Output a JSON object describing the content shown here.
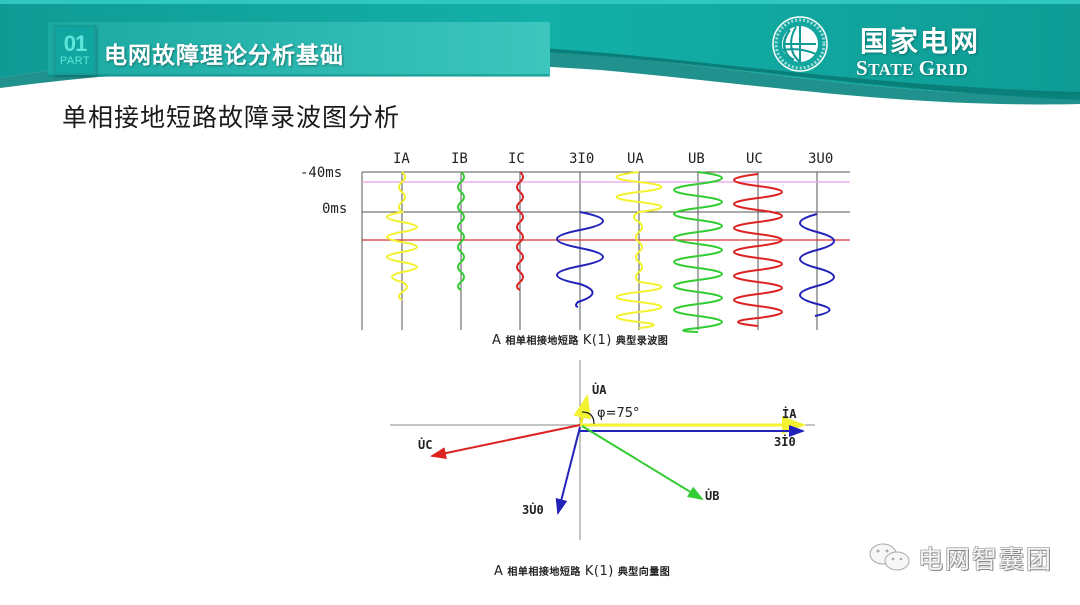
{
  "header": {
    "part_number": "01",
    "part_label": "PART",
    "section_title": "电网故障理论分析基础",
    "logo": {
      "name_cn": "国家电网",
      "name_en_first_cap": "S",
      "name_en_first_rest": "TATE ",
      "name_en_second_cap": "G",
      "name_en_second_rest": "RID",
      "emblem_ring_text": "STATE GRID CORPORATION OF CHINA"
    },
    "colors": {
      "teal_dark": "#0a8f89",
      "teal": "#15b2aa",
      "teal_light": "#39c4bb"
    }
  },
  "slide": {
    "title": "单相接地短路故障录波图分析"
  },
  "waveform_figure": {
    "time_labels": [
      "-40ms",
      "0ms"
    ],
    "channels": [
      {
        "label": "IA",
        "color": "#f2f230"
      },
      {
        "label": "IB",
        "color": "#33cc33"
      },
      {
        "label": "IC",
        "color": "#dd2222"
      },
      {
        "label": "3I0",
        "color": "#2222bb"
      },
      {
        "label": "UA",
        "color": "#f2f230"
      },
      {
        "label": "UB",
        "color": "#33cc33"
      },
      {
        "label": "UC",
        "color": "#dd2222"
      },
      {
        "label": "3U0",
        "color": "#2222bb"
      }
    ],
    "caption_prefix": "A",
    "caption_body": "相单相接地短路",
    "caption_k": "K(1)",
    "caption_suffix": "典型录波图"
  },
  "phasor_figure": {
    "vectors": [
      {
        "label": "U̇A",
        "color": "#f2e02a"
      },
      {
        "label": "İA",
        "color": "#f2f230"
      },
      {
        "label": "3İ0",
        "color": "#2222bb"
      },
      {
        "label": "U̇B",
        "color": "#33cc33"
      },
      {
        "label": "U̇C",
        "color": "#dd2222"
      },
      {
        "label": "3U̇0",
        "color": "#2222bb"
      }
    ],
    "angle_label": "φ=75°",
    "caption_prefix": "A",
    "caption_body": "相单相接地短路",
    "caption_k": "K(1)",
    "caption_suffix": "典型向量图"
  },
  "watermark": {
    "text": "电网智囊团",
    "icon": "wechat-icon"
  }
}
